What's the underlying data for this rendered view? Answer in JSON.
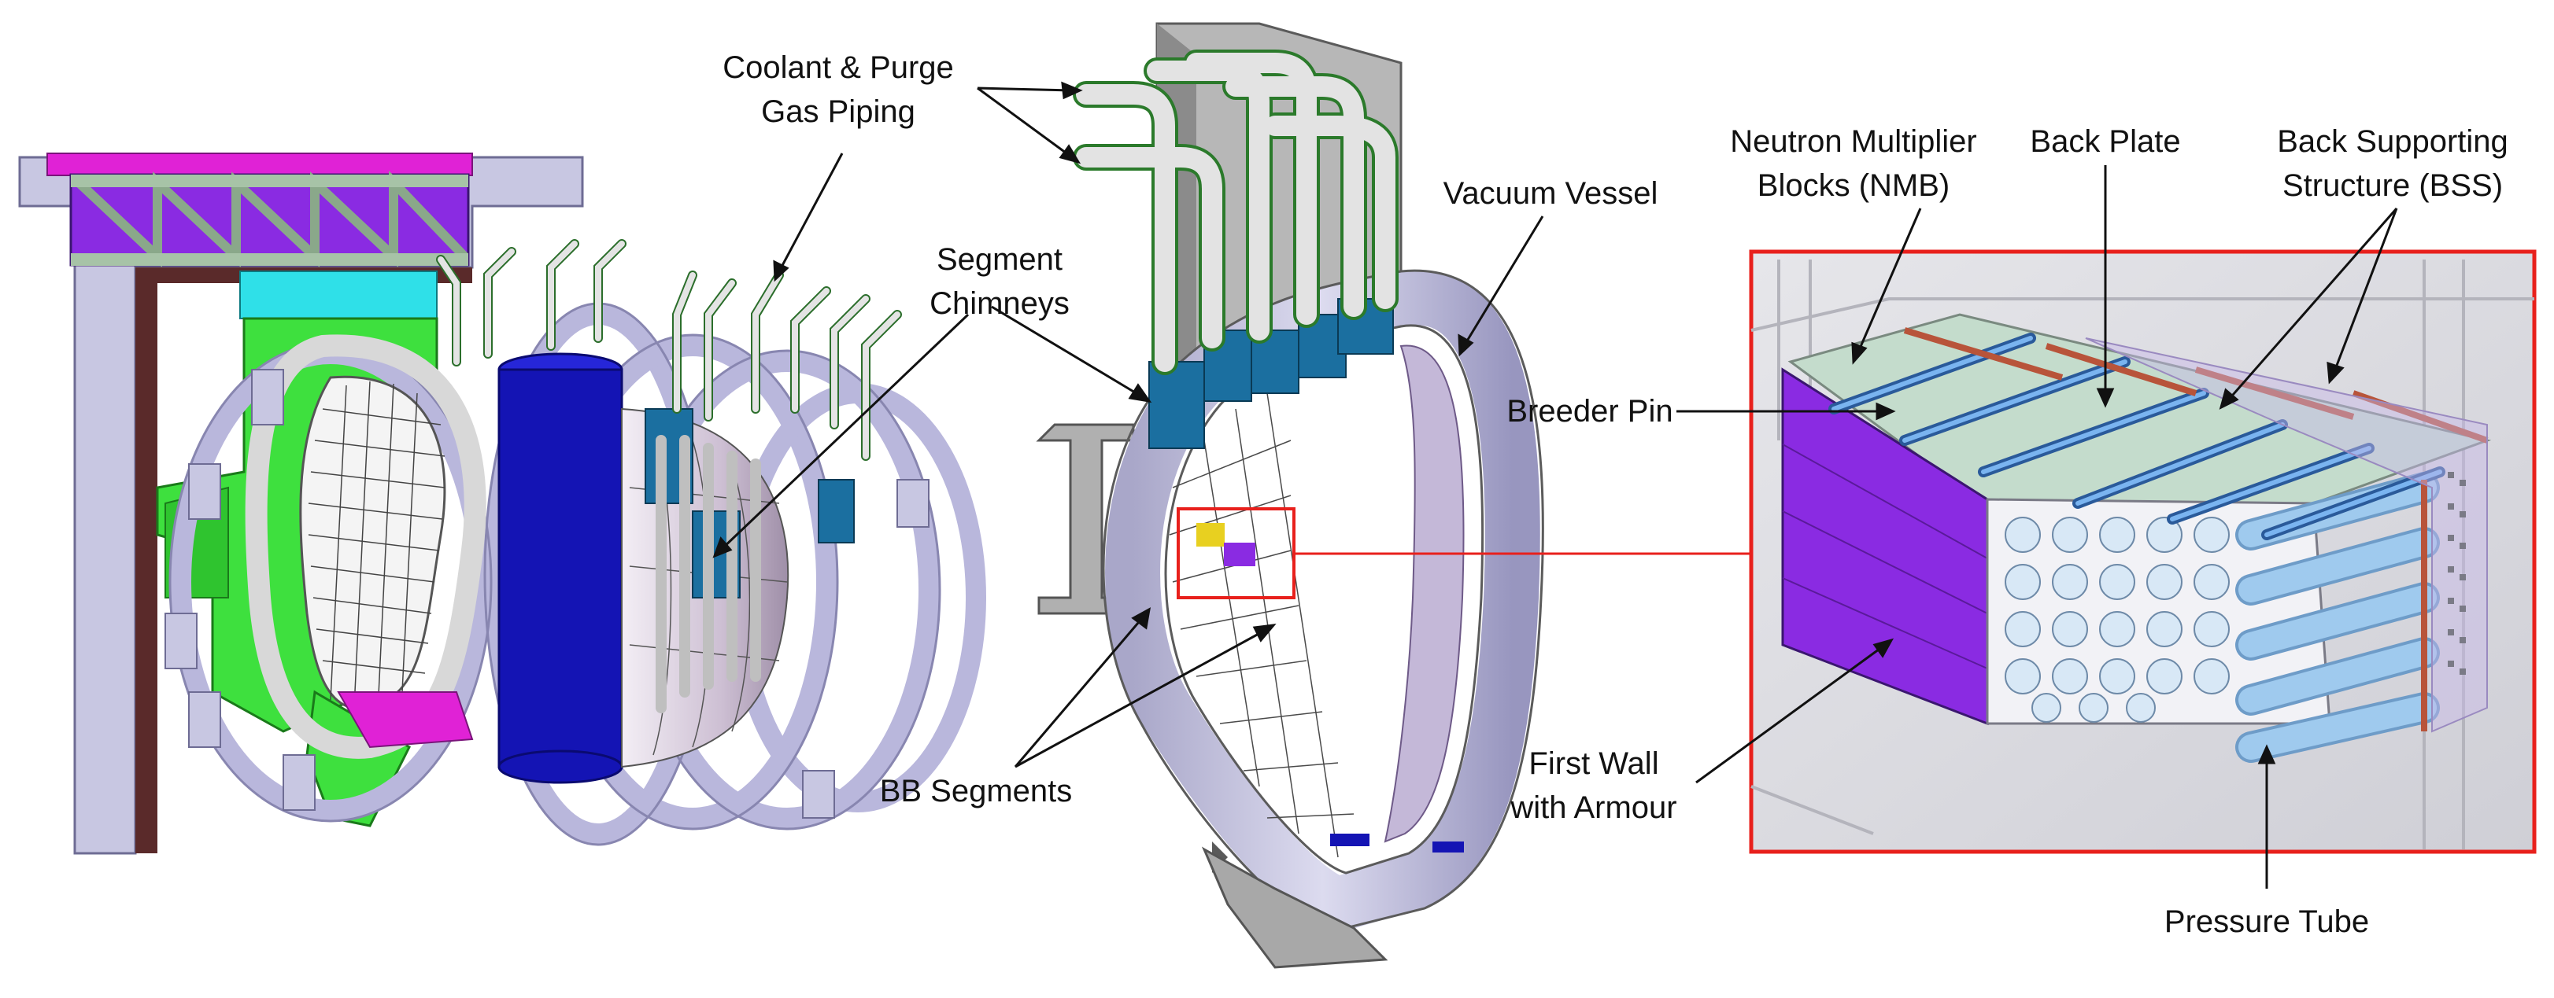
{
  "labels": {
    "coolant_piping": [
      "Coolant & Purge",
      "Gas Piping"
    ],
    "segment_chimneys": [
      "Segment",
      "Chimneys"
    ],
    "vacuum_vessel": "Vacuum  Vessel",
    "bb_segments": "BB Segments",
    "neutron_multiplier": [
      "Neutron Multiplier",
      "Blocks (NMB)"
    ],
    "back_plate": "Back Plate",
    "back_supporting": [
      "Back Supporting",
      "Structure (BSS)"
    ],
    "breeder_pin": "Breeder Pin",
    "first_wall": [
      "First Wall",
      "with Armour"
    ],
    "pressure_tube": "Pressure Tube"
  },
  "colors": {
    "structure": "#c9c8e6",
    "structure_dark": "#8f8db8",
    "violet_module": "#8a2be2",
    "magenta": "#e022d6",
    "green": "#3ee03e",
    "cyan": "#2fe0e8",
    "blue_column": "#1414b4",
    "teal_chimney": "#1b6fa0",
    "callout_border": "#e8201c",
    "pipe_gray": "#d9d9d9",
    "pipe_green": "#1f7a2a",
    "pressure_tube_blue": "#8fc4ee",
    "back_plate_copper": "#b8543a"
  }
}
